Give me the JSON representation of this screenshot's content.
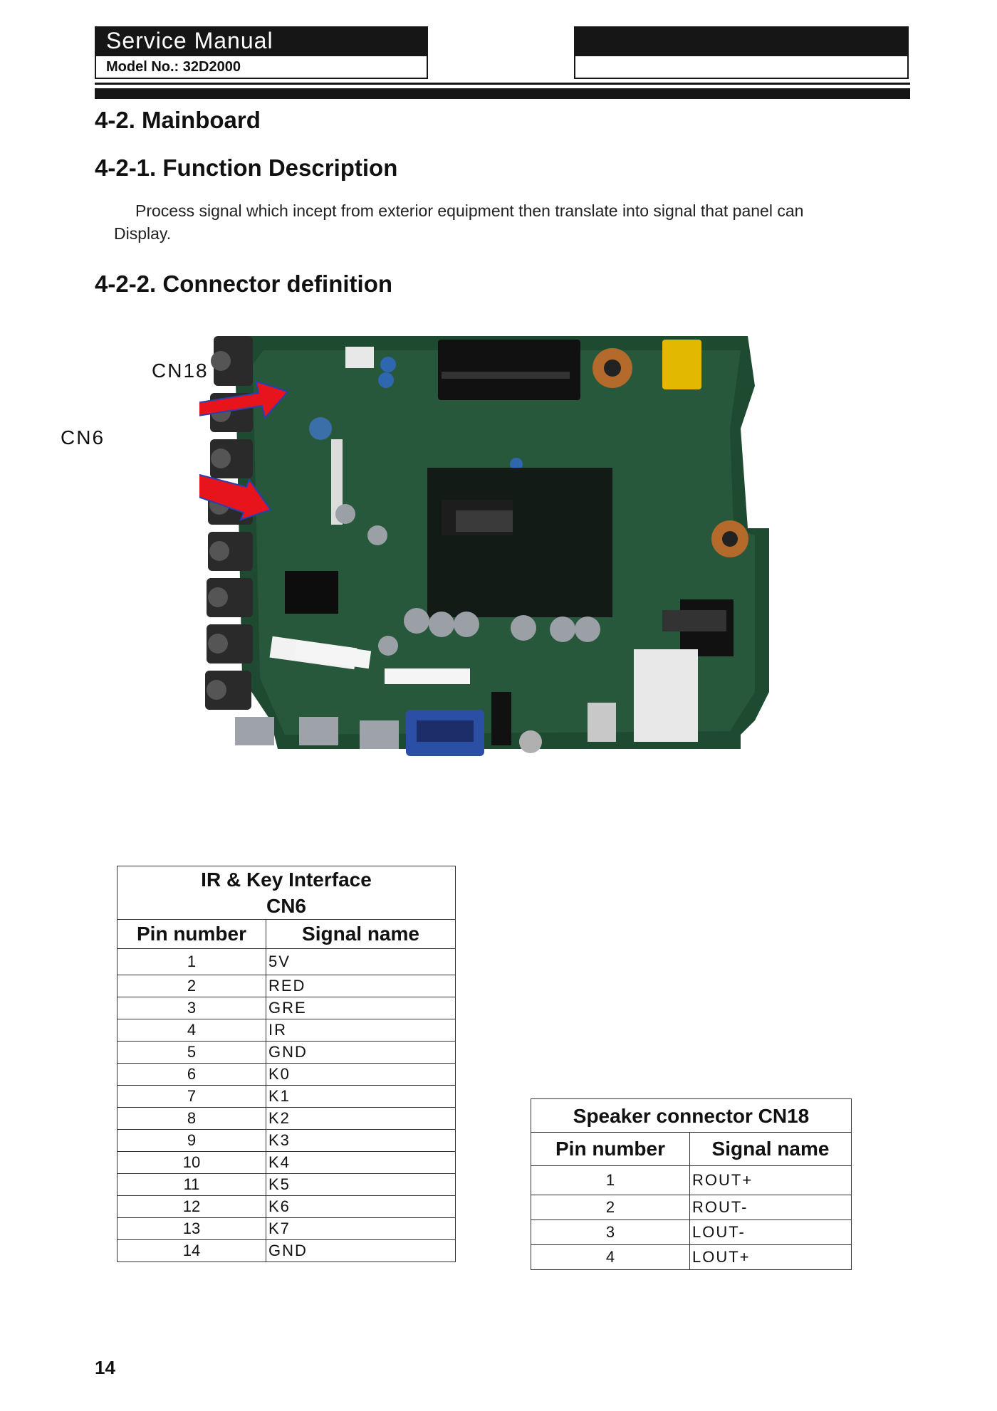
{
  "header": {
    "manual_title": "Service Manual",
    "model_label": "Model No.: 32D2000"
  },
  "section": {
    "title": "4-2. Mainboard",
    "function_title": "4-2-1. Function Description",
    "function_text_line1": "Process signal which incept from exterior equipment then translate into signal that panel can",
    "function_text_line2": "Display.",
    "connector_title": "4-2-2. Connector definition"
  },
  "figure": {
    "label_cn18": "CN18",
    "label_cn6": "CN6",
    "arrow_color": "#e8141c",
    "board_color": "#1f4a32"
  },
  "table_cn6": {
    "title_line1": "IR & Key Interface",
    "title_line2": "CN6",
    "col_pin": "Pin number",
    "col_signal": "Signal name",
    "rows": [
      {
        "pin": "1",
        "signal": "5V"
      },
      {
        "pin": "2",
        "signal": "RED"
      },
      {
        "pin": "3",
        "signal": "GRE"
      },
      {
        "pin": "4",
        "signal": "IR"
      },
      {
        "pin": "5",
        "signal": "GND"
      },
      {
        "pin": "6",
        "signal": "K0"
      },
      {
        "pin": "7",
        "signal": "K1"
      },
      {
        "pin": "8",
        "signal": "K2"
      },
      {
        "pin": "9",
        "signal": "K3"
      },
      {
        "pin": "10",
        "signal": "K4"
      },
      {
        "pin": "11",
        "signal": "K5"
      },
      {
        "pin": "12",
        "signal": "K6"
      },
      {
        "pin": "13",
        "signal": "K7"
      },
      {
        "pin": "14",
        "signal": "GND"
      }
    ]
  },
  "table_cn18": {
    "title": "Speaker connector CN18",
    "col_pin": "Pin number",
    "col_signal": "Signal name",
    "rows": [
      {
        "pin": "1",
        "signal": "ROUT+"
      },
      {
        "pin": "2",
        "signal": "ROUT-"
      },
      {
        "pin": "3",
        "signal": "LOUT-"
      },
      {
        "pin": "4",
        "signal": "LOUT+"
      }
    ]
  },
  "page_number": "14"
}
